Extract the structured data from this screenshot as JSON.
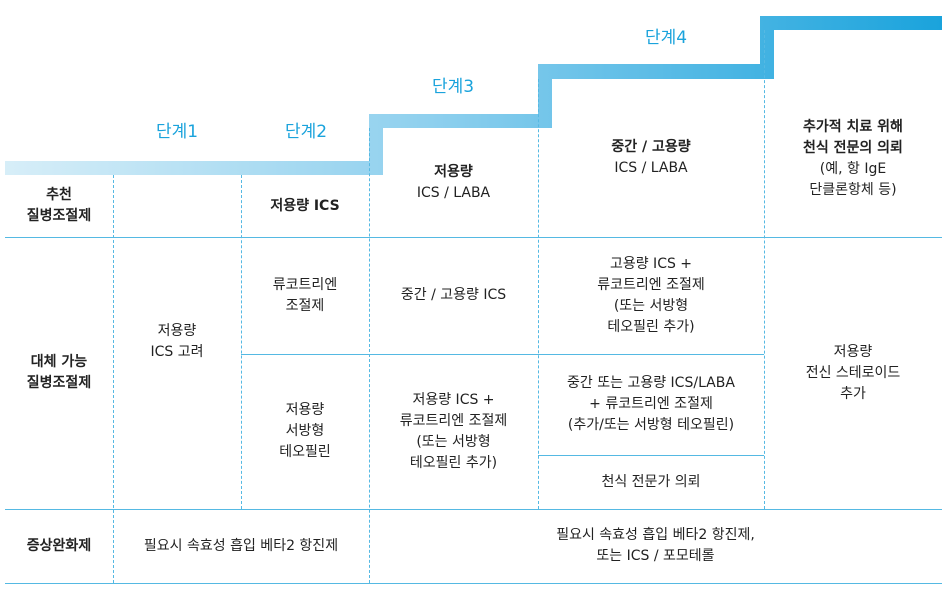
{
  "steps": [
    {
      "label": "단계1"
    },
    {
      "label": "단계2"
    },
    {
      "label": "단계3"
    },
    {
      "label": "단계4"
    }
  ],
  "rows": {
    "recommended": {
      "label": [
        "추천",
        "질병조절제"
      ]
    },
    "alternative": {
      "label": [
        "대체 가능",
        "질병조절제"
      ]
    },
    "relief": {
      "label": [
        "증상완화제"
      ]
    }
  },
  "cells": {
    "s1_alt": [
      "저용량",
      "ICS 고려"
    ],
    "s2_rec": [
      "저용량 ICS"
    ],
    "s2_alt1": [
      "류코트리엔",
      "조절제"
    ],
    "s2_alt2": [
      "저용량",
      "서방형",
      "테오필린"
    ],
    "s3_rec": [
      "저용량",
      "ICS / LABA"
    ],
    "s3_alt1": [
      "중간 / 고용량 ICS"
    ],
    "s3_alt2": [
      "저용량 ICS +",
      "류코트리엔 조절제",
      "(또는 서방형",
      "테오필린 추가)"
    ],
    "s4_rec": [
      "중간 / 고용량",
      "ICS / LABA"
    ],
    "s4_alt1": [
      "고용량 ICS +",
      "류코트리엔 조절제",
      "(또는 서방형",
      "테오필린 추가)"
    ],
    "s4_alt2": [
      "중간 또는 고용량 ICS/LABA",
      "+ 류코트리엔 조절제",
      "(추가/또는 서방형 테오필린)"
    ],
    "s4_alt3": [
      "천식 전문가 의뢰"
    ],
    "s5_rec": [
      "추가적 치료 위해",
      "천식 전문의 의뢰",
      "(예, 항 IgE",
      "단클론항체 등)"
    ],
    "s5_alt": [
      "저용량",
      "전신 스테로이드",
      "추가"
    ],
    "relief_12": [
      "필요시 속효성 흡입 베타2 항진제"
    ],
    "relief_35": [
      "필요시 속효성 흡입 베타2 항진제,",
      "또는 ICS / 포모테롤"
    ]
  },
  "colors": {
    "accent": "#1aa3dc",
    "stair_light": "#c9e7f5",
    "grid": "#55b9e3"
  }
}
